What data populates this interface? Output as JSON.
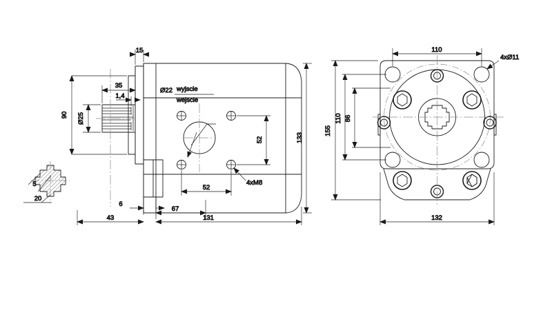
{
  "drawing": {
    "title": "Hydraulic gear pump technical drawing",
    "units": "mm",
    "line_color": "#1a1a1a",
    "hatch_color": "#555555",
    "center_line_color": "#777777",
    "background": "#ffffff"
  },
  "side_view": {
    "name": "side-section-view",
    "dimensions": {
      "flange_thickness": "15",
      "shaft_length": "35",
      "spline_groove": "1,4",
      "shaft_diameter": "Ø25",
      "flange_height": "90",
      "body_height": "133",
      "foot_offset": "6",
      "front_length": "43",
      "port_face_length": "67",
      "total_length": "131",
      "port_spacing_h": "52",
      "port_spacing_v": "52"
    },
    "labels": {
      "port_diameter": "Ø22",
      "port_out": "wyjscie",
      "port_in": "wejscie",
      "bolt_callout": "4xM8"
    }
  },
  "front_view": {
    "name": "front-flange-view",
    "dimensions": {
      "bolt_circle_width": "110",
      "overall_height": "155",
      "mount_height": "110",
      "inner_height": "86",
      "overall_width": "132"
    },
    "labels": {
      "mount_holes": "4xØ11"
    }
  },
  "spline_detail": {
    "name": "spline-cross-section-detail",
    "dimensions": {
      "tooth_width": "5",
      "spline_od": "20"
    }
  }
}
